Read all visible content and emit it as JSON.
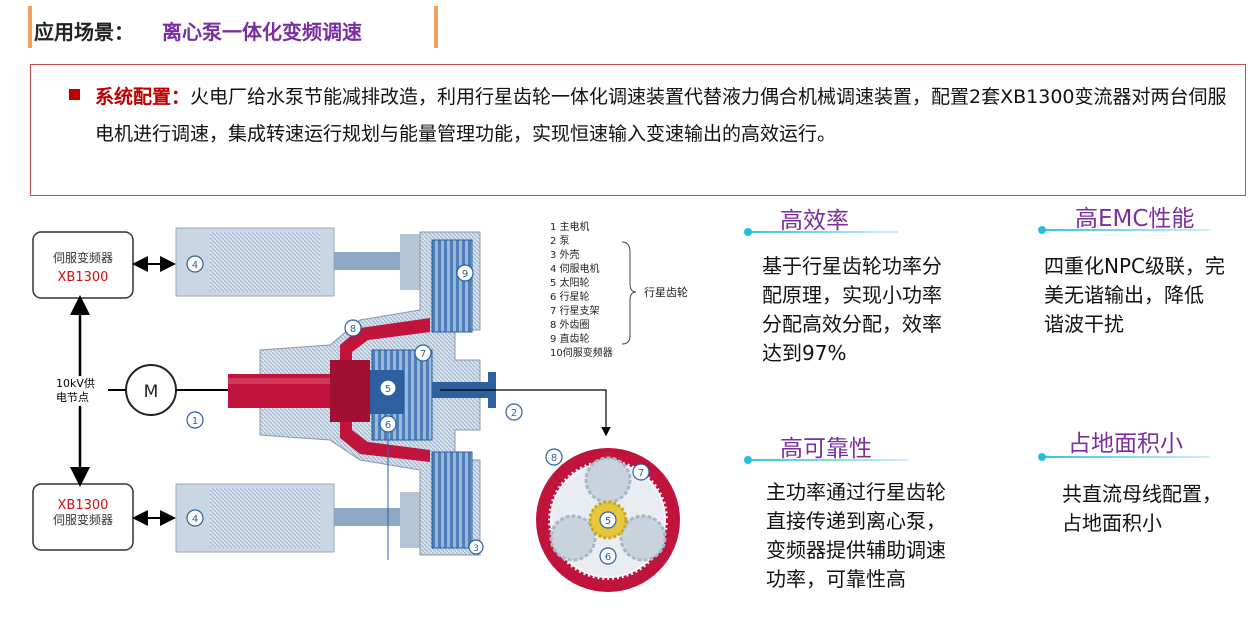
{
  "header": {
    "label": "应用场景：",
    "value": "离心泵一体化变频调速"
  },
  "config": {
    "label": "系统配置：",
    "text": "火电厂给水泵节能减排改造，利用行星齿轮一体化调速装置代替液力偶合机械调速装置，配置2套XB1300变流器对两台伺服电机进行调速，集成转速运行规划与能量管理功能，实现恒速输入变速输出的高效运行。"
  },
  "diagram": {
    "inverter_top": {
      "name": "伺服变频器",
      "model": "XB1300"
    },
    "inverter_bottom": {
      "name": "伺服变频器",
      "model": "XB1300"
    },
    "supply_label_line1": "10kV供",
    "supply_label_line2": "电节点",
    "motor_label": "M",
    "legend": [
      "1  主电机",
      "2  泵",
      "3  外壳",
      "4  伺服电机",
      "5  太阳轮",
      "6  行星轮",
      "7  行星支架",
      "8  外齿圈",
      "9  直齿轮",
      "10伺服变频器"
    ],
    "legend_group_label": "行星齿轮",
    "markers": {
      "n1": "1",
      "n2": "2",
      "n3": "3",
      "n4": "4",
      "n5": "5",
      "n6": "6",
      "n7": "7",
      "n8": "8",
      "n9": "9"
    }
  },
  "features": [
    {
      "title": "高效率",
      "desc_lines": [
        "基于行星齿轮功率分",
        "配原理，实现小功率",
        "分配高效分配，效率",
        "达到97%"
      ]
    },
    {
      "title": "高EMC性能",
      "desc_lines": [
        "四重化NPC级联，完",
        "美无谐输出，降低",
        "谐波干扰"
      ]
    },
    {
      "title": "高可靠性",
      "desc_lines": [
        "主功率通过行星齿轮",
        "直接传递到离心泵，",
        "变频器提供辅助调速",
        "功率，可靠性高"
      ]
    },
    {
      "title": "占地面积小",
      "desc_lines": [
        "共直流母线配置，",
        "占地面积小"
      ]
    }
  ],
  "colors": {
    "accent_purple": "#7a2fa0",
    "accent_red": "#c00000",
    "title_bar_orange": "#f0a060",
    "feature_cyan": "#22c0e0",
    "shaft_red": "#c0143c",
    "gear_blue": "#2e5f9e"
  }
}
